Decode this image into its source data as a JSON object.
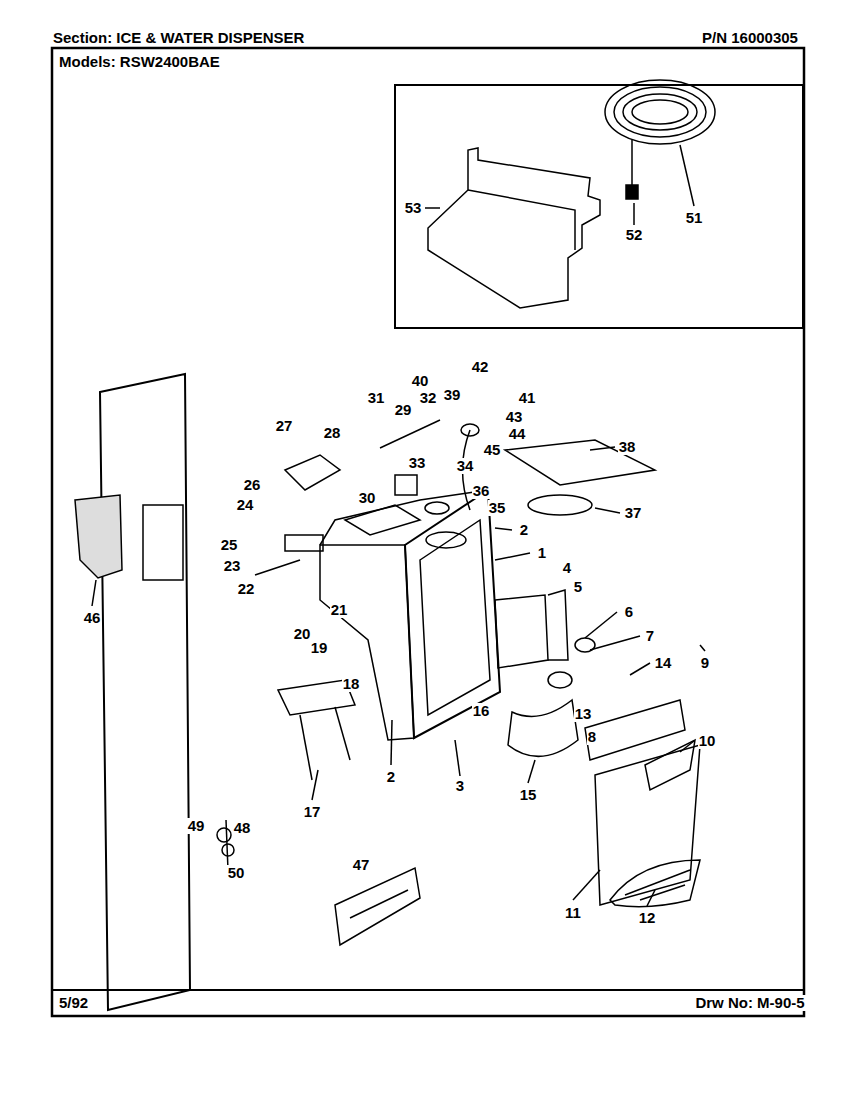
{
  "diagram": {
    "title": "Section: ICE & WATER DISPENSER",
    "labels": [
      "P/N 16000305",
      "Models: RSW2400BAE",
      "53",
      "52",
      "51",
      "42",
      "40",
      "41",
      "39",
      "31",
      "29",
      "32",
      "43",
      "44",
      "28",
      "27",
      "38",
      "45",
      "33",
      "34",
      "30",
      "36",
      "26",
      "37",
      "24",
      "35",
      "2",
      "25",
      "1",
      "23",
      "22",
      "4",
      "5",
      "46",
      "21",
      "6",
      "20",
      "19",
      "7",
      "18",
      "14",
      "9",
      "16",
      "13",
      "8",
      "10",
      "2",
      "3",
      "15",
      "17",
      "49",
      "48",
      "50",
      "47",
      "11",
      "12",
      "5/92",
      "Drw No: M-90-5"
    ]
  }
}
